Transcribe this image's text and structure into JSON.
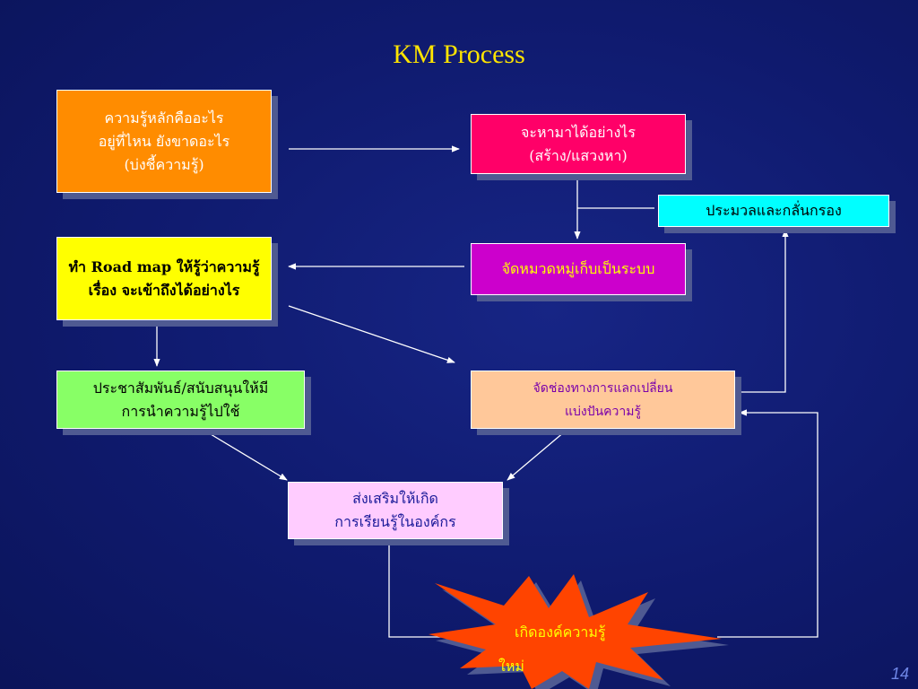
{
  "title": "KM  Process",
  "boxes": {
    "b1": "ความรู้หลักคืออะไร\nอยู่ที่ไหน  ยังขาดอะไร\n(บ่งชี้ความรู้)",
    "b2": "จะหามาได้อย่างไร\n(สร้าง/แสวงหา)",
    "b3": "ประมวลและกลั่นกรอง",
    "b4": "ทำ Road map ให้รู้ว่าความรู้\nเรื่อง จะเข้าถึงได้อย่างไร",
    "b5": "จัดหมวดหมู่เก็บเป็นระบบ",
    "b6": "ประชาสัมพันธ์/สนับสนุนให้มี\nการนำความรู้ไปใช้",
    "b7": "จัดช่องทางการแลกเปลี่ยน\nแบ่งปันความรู้",
    "b8": "ส่งเสริมให้เกิด\nการเรียนรู้ในองค์กร"
  },
  "burst": {
    "line1": "เกิดองค์ความรู้",
    "line2": "ใหม่"
  },
  "slide_number": "14",
  "colors": {
    "background": "#0f1a6e",
    "title": "#ffe400",
    "arrow": "#ffffff",
    "burst": "#ff4400"
  }
}
